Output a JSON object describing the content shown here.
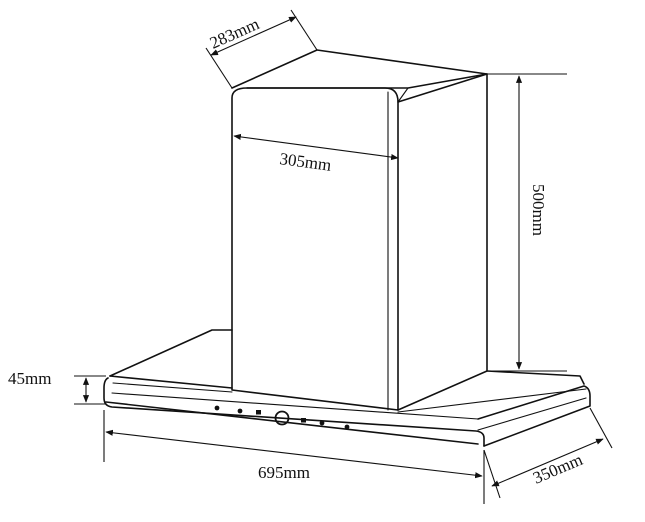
{
  "diagram": {
    "dimensions": {
      "chimney_depth": "283mm",
      "chimney_width": "305mm",
      "chimney_height": "500mm",
      "canopy_thickness": "45mm",
      "canopy_width": "695mm",
      "canopy_depth": "350mm"
    },
    "control_panel": {
      "buttons": [
        "dot",
        "dot",
        "square",
        "power-ring",
        "square",
        "dot",
        "dot"
      ]
    }
  }
}
